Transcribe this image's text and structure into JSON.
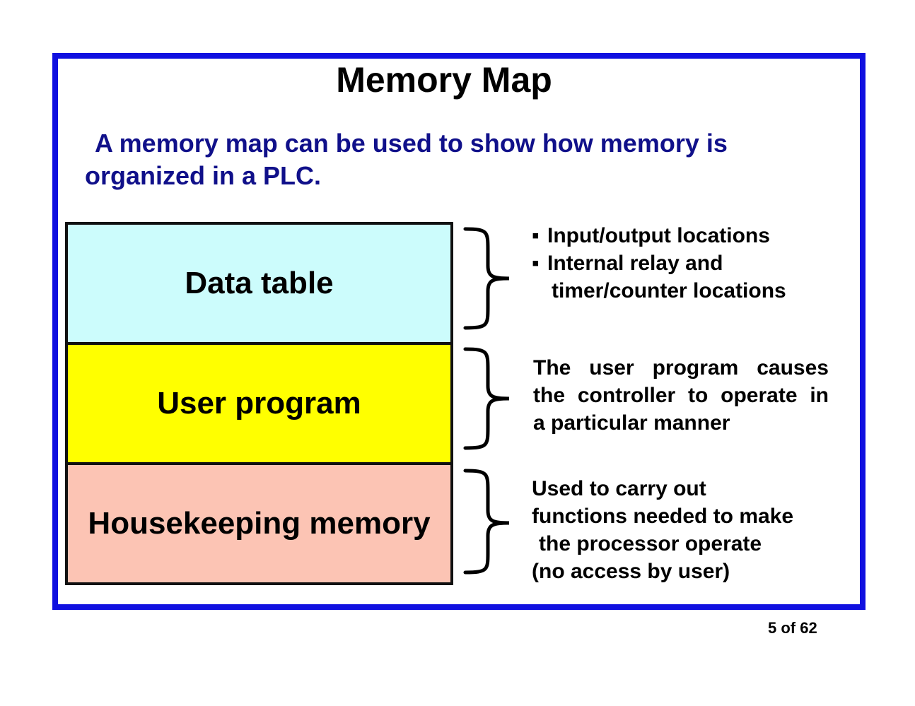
{
  "title": "Memory Map",
  "intro": {
    "line1": "A memory map can be used to show how memory is",
    "line2": "organized in a PLC."
  },
  "blocks": [
    {
      "label": "Data table",
      "color": "#ccfcfc"
    },
    {
      "label": "User program",
      "color": "#ffff00"
    },
    {
      "label": "Housekeeping memory",
      "color": "#fcc4b4"
    }
  ],
  "notes": {
    "data_table": {
      "bullet1": "Input/output locations",
      "bullet2": "Internal relay and",
      "bullet2_cont": "timer/counter locations"
    },
    "user_program": {
      "line1": "The user program causes",
      "line2": "the controller to operate in",
      "line3": "a particular manner"
    },
    "housekeeping": {
      "line1": "Used to carry out",
      "line2": "functions needed to make",
      "line3": "the processor operate",
      "line4": "(no access by user)"
    }
  },
  "page_number": "5 of 62",
  "colors": {
    "frame": "#1010e0",
    "intro_text": "#10108a"
  }
}
